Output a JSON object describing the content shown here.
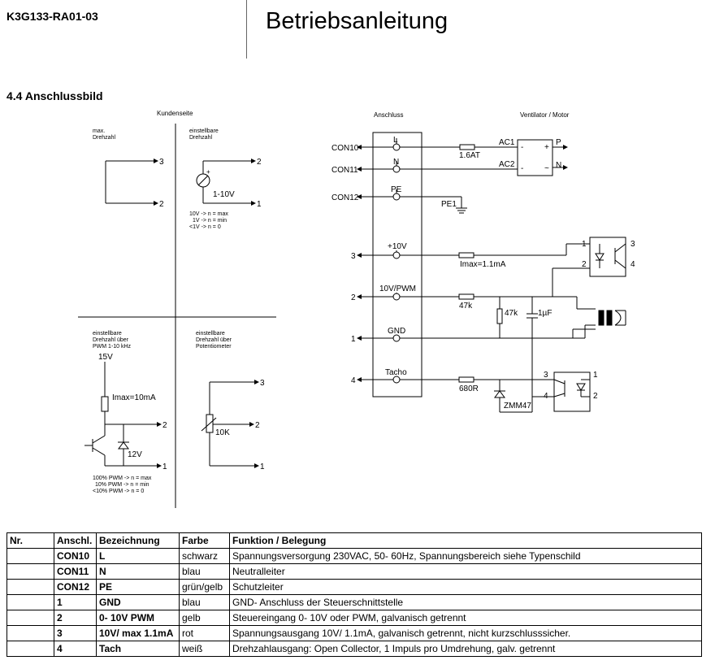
{
  "header": {
    "doc_code": "K3G133-RA01-03",
    "title": "Betriebsanleitung"
  },
  "section": {
    "title": "4.4 Anschlussbild"
  },
  "diagram": {
    "kundenseite": {
      "heading": "Kundenseite",
      "q1": {
        "label_l1": "max.",
        "label_l2": "Drehzahl",
        "pin_a": "3",
        "pin_b": "2"
      },
      "q2": {
        "label_l1": "einstellbare",
        "label_l2": "Drehzahl",
        "pin_a": "2",
        "pin_b": "1",
        "plus": "+",
        "source": "1-10V",
        "note_l1": "10V -> n = max",
        "note_l2": "1V -> n = min",
        "note_l3": "<1V -> n = 0"
      },
      "q3": {
        "label_l1": "einstellbare",
        "label_l2": "Drehzahl über",
        "label_l3": "PWM 1-10 kHz",
        "supply": "15V",
        "resistor": "Imax=10mA",
        "zener": "12V",
        "pin_a": "2",
        "pin_b": "1",
        "note_l1": "100% PWM -> n = max",
        "note_l2": "10% PWM -> n = min",
        "note_l3": "<10% PWM -> n = 0"
      },
      "q4": {
        "label_l1": "einstellbare",
        "label_l2": "Drehzahl über",
        "label_l3": "Potentiometer",
        "pot": "10K",
        "pin_a": "3",
        "pin_b": "2",
        "pin_c": "1"
      }
    },
    "anschluss": {
      "heading": "Anschluss",
      "motor_heading": "Ventilator / Motor",
      "con10": "CON10",
      "con11": "CON11",
      "con12": "CON12",
      "pin_L": "L",
      "pin_N": "N",
      "pin_PE": "PE",
      "fuse": "1.6AT",
      "pe1": "PE1",
      "ac1": "AC1",
      "ac2": "AC2",
      "motor_P": "P",
      "motor_N": "N",
      "motor_minus_a": "-",
      "motor_plus": "+",
      "motor_minus_b": "-",
      "motor_tilde": "~",
      "t3": "3",
      "t2": "2",
      "t1": "1",
      "t4": "4",
      "p10v": "+10V",
      "p10vpwm": "10V/PWM",
      "pgnd": "GND",
      "ptacho": "Tacho",
      "r_imax": "Imax=1.1mA",
      "r47k_a": "47k",
      "r47k_b": "47k",
      "c1uf": "1µF",
      "r680": "680R",
      "zmm": "ZMM47",
      "oc1_1": "1",
      "oc1_2": "2",
      "oc1_3": "3",
      "oc1_4": "4",
      "oc2_3": "3",
      "oc2_4": "4",
      "oc2_1": "1",
      "oc2_2": "2"
    }
  },
  "table": {
    "headers": [
      "Nr.",
      "Anschl.",
      "Bezeichnung",
      "Farbe",
      "Funktion / Belegung"
    ],
    "rows": [
      [
        "",
        "CON10",
        "L",
        "schwarz",
        "Spannungsversorgung 230VAC, 50- 60Hz, Spannungsbereich siehe Typenschild"
      ],
      [
        "",
        "CON11",
        "N",
        "blau",
        "Neutralleiter"
      ],
      [
        "",
        "CON12",
        "PE",
        "grün/gelb",
        "Schutzleiter"
      ],
      [
        "",
        "1",
        "GND",
        "blau",
        "GND- Anschluss der Steuerschnittstelle"
      ],
      [
        "",
        "2",
        "0- 10V PWM",
        "gelb",
        "Steuereingang 0- 10V oder PWM, galvanisch getrennt"
      ],
      [
        "",
        "3",
        "10V/ max 1.1mA",
        "rot",
        "Spannungsausgang 10V/ 1.1mA, galvanisch getrennt, nicht kurzschlusssicher."
      ],
      [
        "",
        "4",
        "Tach",
        "weiß",
        "Drehzahlausgang: Open Collector, 1 Impuls pro Umdrehung, galv. getrennt"
      ]
    ]
  }
}
